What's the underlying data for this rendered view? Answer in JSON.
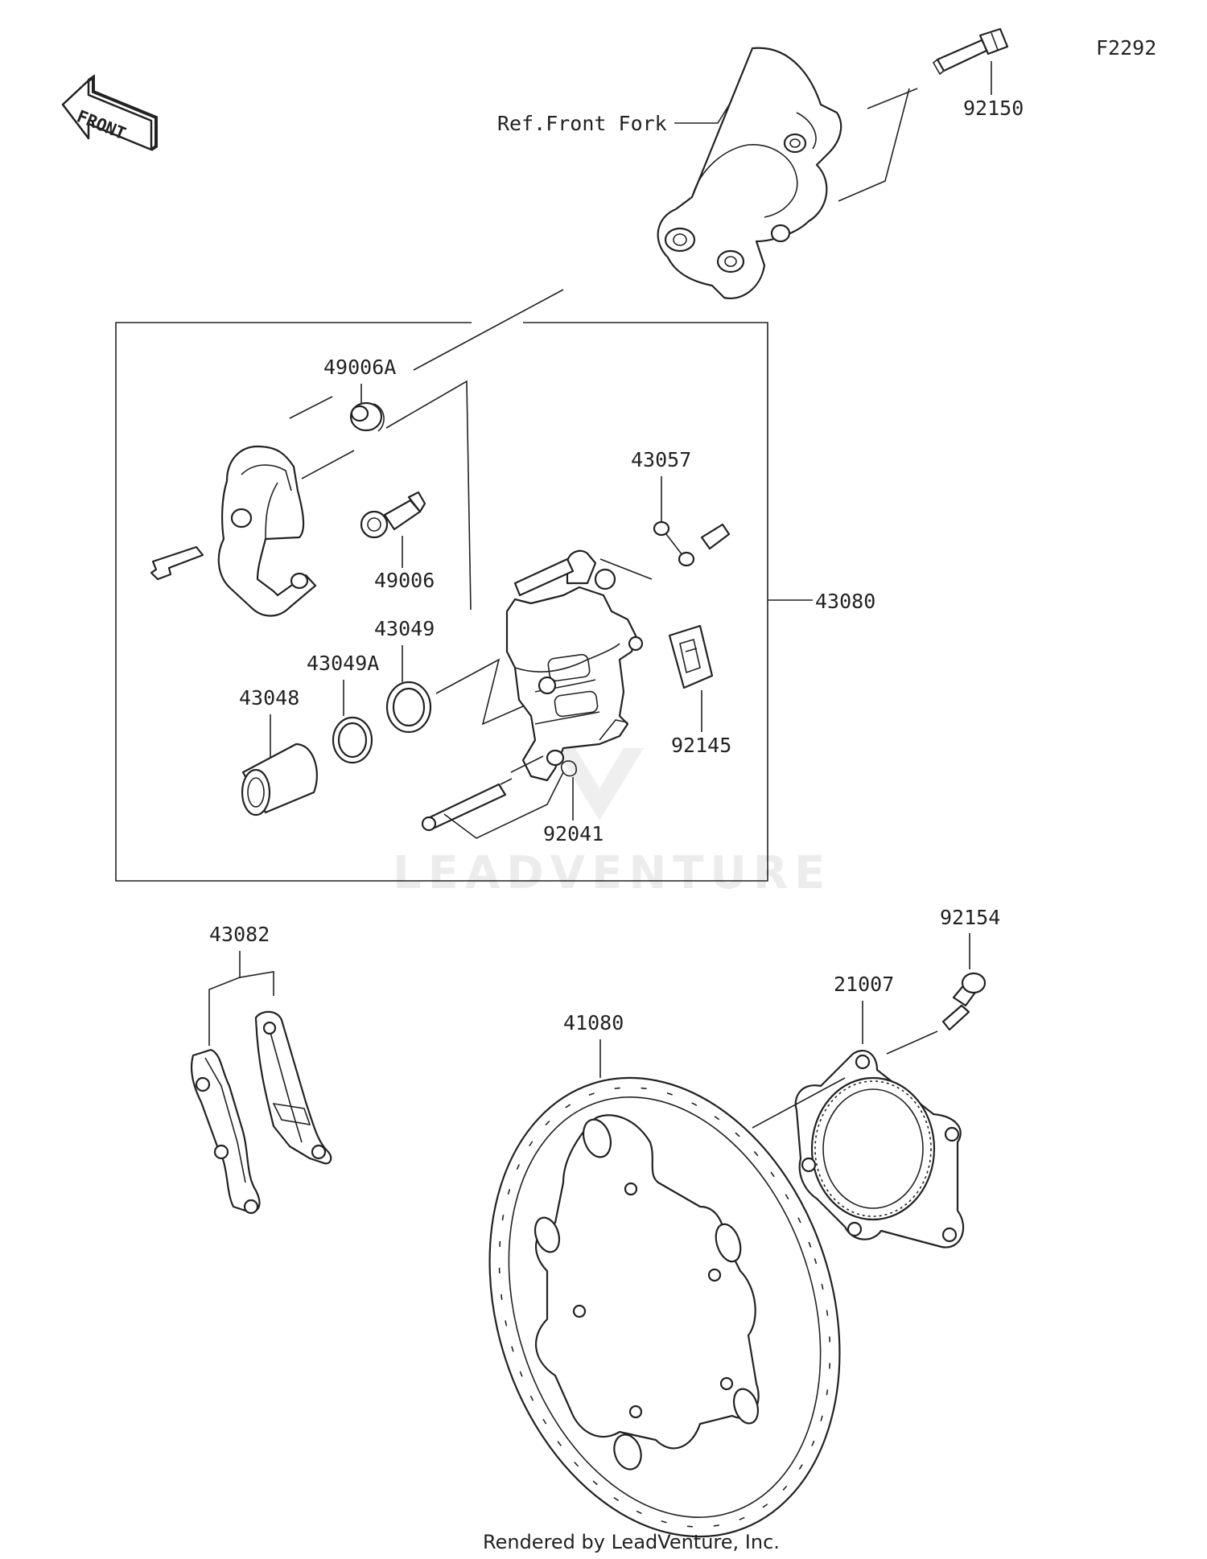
{
  "diagram_id": "F2292",
  "front_arrow_text": "FRONT",
  "reference_label": "Ref.Front Fork",
  "footer": "Rendered by LeadVenture, Inc.",
  "watermark": "LEADVENTURE",
  "parts": [
    {
      "key": "92150",
      "label": "92150"
    },
    {
      "key": "49006A",
      "label": "49006A"
    },
    {
      "key": "43057",
      "label": "43057"
    },
    {
      "key": "49006",
      "label": "49006"
    },
    {
      "key": "43080",
      "label": "43080"
    },
    {
      "key": "43049",
      "label": "43049"
    },
    {
      "key": "43049A",
      "label": "43049A"
    },
    {
      "key": "43048",
      "label": "43048"
    },
    {
      "key": "92145",
      "label": "92145"
    },
    {
      "key": "92041",
      "label": "92041"
    },
    {
      "key": "43082",
      "label": "43082"
    },
    {
      "key": "92154",
      "label": "92154"
    },
    {
      "key": "21007",
      "label": "21007"
    },
    {
      "key": "41080",
      "label": "41080"
    }
  ]
}
